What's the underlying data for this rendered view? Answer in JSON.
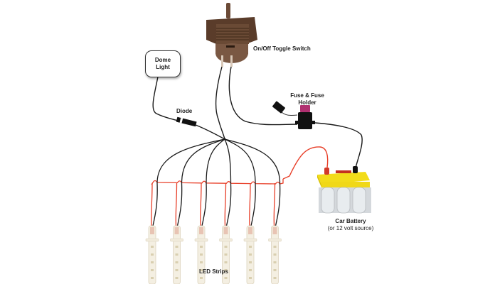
{
  "diagram": {
    "title": "LED strip wiring with toggle switch, dome light, fuse and car battery",
    "components": {
      "switch": {
        "label": "On/Off Toggle Switch",
        "icon": "toggle-switch-icon"
      },
      "dome_light": {
        "label_line1": "Dome",
        "label_line2": "Light"
      },
      "diode": {
        "label": "Diode"
      },
      "fuse": {
        "label_line1": "Fuse & Fuse",
        "label_line2": "Holder",
        "fuse_color": "#b03070"
      },
      "battery": {
        "label": "Car Battery",
        "sublabel": "(or 12 volt source)",
        "top_color": "#f2dc1a",
        "body_color": "#d4d8dc"
      },
      "led_strips": {
        "label": "LED Strips",
        "count": 6
      }
    },
    "wire_colors": {
      "negative": "#1a1a1a",
      "positive": "#e8402a"
    }
  }
}
